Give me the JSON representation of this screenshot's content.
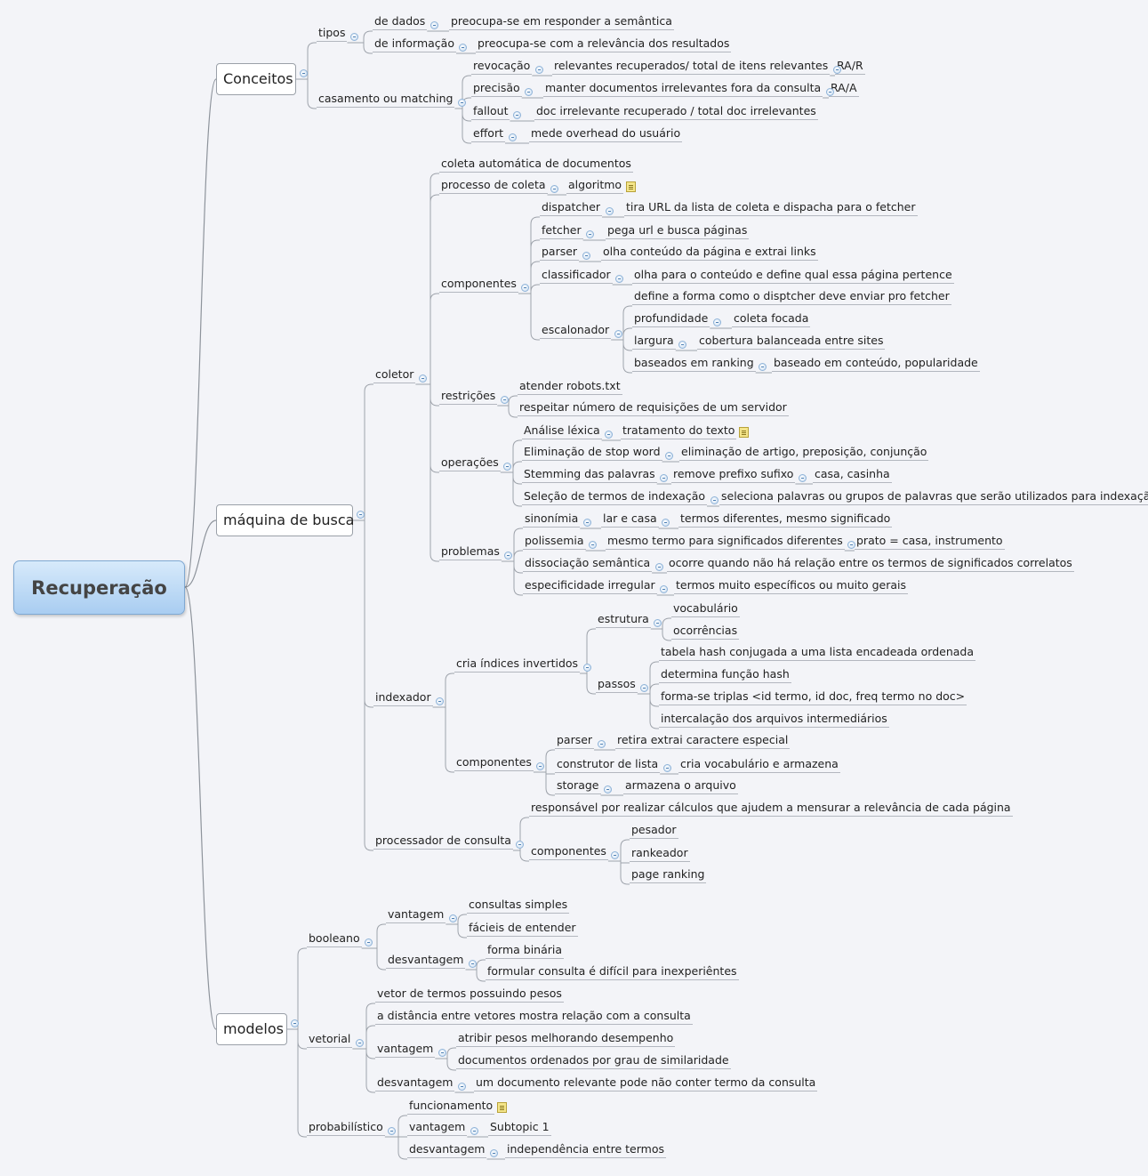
{
  "root": "Recuperação",
  "mains": {
    "conceitos": "Conceitos",
    "maquina": "máquina de busca",
    "modelos": "modelos"
  },
  "nodes": {
    "tipos": "tipos",
    "de_dados": "de dados",
    "semantica": "preocupa-se em responder a semântica",
    "de_informacao": "de informação",
    "relevancia": "preocupa-se com a relevância dos resultados",
    "casamento": "casamento ou matching",
    "revocacao": "revocação",
    "rev_def": "relevantes recuperados/ total de itens relevantes",
    "rar": "RA/R",
    "precisao": "precisão",
    "prec_def": "manter documentos irrelevantes fora da consulta",
    "raa": "RA/A",
    "fallout": "fallout",
    "fallout_def": "doc irrelevante recuperado / total doc irrelevantes",
    "effort": "effort",
    "effort_def": "mede overhead do usuário",
    "coletor": "coletor",
    "coleta_auto": "coleta automática de documentos",
    "processo_coleta": "processo de coleta",
    "algoritmo": "algoritmo",
    "componentes_col": "componentes",
    "dispatcher": "dispatcher",
    "dispatcher_def": "tira URL da lista de coleta e dispacha para o fetcher",
    "fetcher": "fetcher",
    "fetcher_def": "pega url e busca páginas",
    "parser": "parser",
    "parser_def": "olha conteúdo da página e extrai links",
    "classificador": "classificador",
    "classificador_def": "olha para o conteúdo e define qual essa página pertence",
    "escalonador": "escalonador",
    "escal_def": "define a forma como o disptcher deve enviar pro fetcher",
    "profundidade": "profundidade",
    "coleta_focada": "coleta focada",
    "largura": "largura",
    "cobertura": "cobertura balanceada entre sites",
    "ranking": "baseados em ranking",
    "ranking_def": "baseado em conteúdo, popularidade",
    "restricoes": "restrições",
    "robots": "atender robots.txt",
    "requisicoes": "respeitar número de requisições de um servidor",
    "operacoes": "operações",
    "lexica": "Análise léxica",
    "tratamento": "tratamento do texto",
    "stopword": "Eliminação de stop word",
    "stopword_def": "eliminação de artigo, preposição, conjunção",
    "stemming": "Stemming das palavras",
    "stemming_def": "remove prefixo sufixo",
    "casinha": "casa, casinha",
    "selecao": "Seleção de termos de indexação",
    "selecao_def": "seleciona palavras ou grupos de palavras que serão utilizados para indexação",
    "problemas": "problemas",
    "sinonimia": "sinonímia",
    "lar_casa": "lar e casa",
    "sinonimia_def": "termos diferentes, mesmo significado",
    "polissemia": "polissemia",
    "polissemia_def": "mesmo termo para significados diferentes",
    "prato": "prato = casa, instrumento",
    "dissociacao": "dissociação semântica",
    "dissociacao_def": "ocorre quando não há relação entre os termos de significados correlatos",
    "especificidade": "especificidade irregular",
    "especificidade_def": "termos muito específicos ou muito gerais",
    "indexador": "indexador",
    "cria_indices": "cria índices invertidos",
    "estrutura": "estrutura",
    "vocabulario": "vocabulário",
    "ocorrencias": "ocorrências",
    "passos": "passos",
    "tabela_hash": "tabela hash conjugada a uma lista encadeada ordenada",
    "funcao_hash": "determina função hash",
    "triplas": "forma-se triplas <id termo, id doc, freq termo no doc>",
    "intercalacao": "intercalação dos arquivos intermediários",
    "componentes_idx": "componentes",
    "parser2": "parser",
    "parser2_def": "retira extrai caractere especial",
    "construtor": "construtor de lista",
    "construtor_def": "cria vocabulário e armazena",
    "storage": "storage",
    "storage_def": "armazena o arquivo",
    "processador": "processador de consulta",
    "responsavel": "responsável por realizar cálculos que ajudem a mensurar a relevância de cada página",
    "componentes_proc": "componentes",
    "pesador": "pesador",
    "rankeador": "rankeador",
    "page_ranking": "page ranking",
    "booleano": "booleano",
    "b_vantagem": "vantagem",
    "consultas_simples": "consultas simples",
    "faceis": "fácieis de entender",
    "b_desvantagem": "desvantagem",
    "forma_binaria": "forma binária",
    "formular": "formular consulta é difícil para inexperiêntes",
    "vetorial": "vetorial",
    "vetor_termos": "vetor de termos possuindo pesos",
    "distancia": "a distância entre vetores mostra relação com a consulta",
    "v_vantagem": "vantagem",
    "atribuir": "atribir pesos melhorando desempenho",
    "ordenados": "documentos ordenados por grau de similaridade",
    "v_desvantagem": "desvantagem",
    "v_desv_def": "um documento relevante pode não conter termo da consulta",
    "probabilistico": "probabilístico",
    "funcionamento": "funcionamento",
    "p_vantagem": "vantagem",
    "subtopic": "Subtopic 1",
    "p_desvantagem": "desvantagem",
    "independencia": "independência entre termos"
  }
}
